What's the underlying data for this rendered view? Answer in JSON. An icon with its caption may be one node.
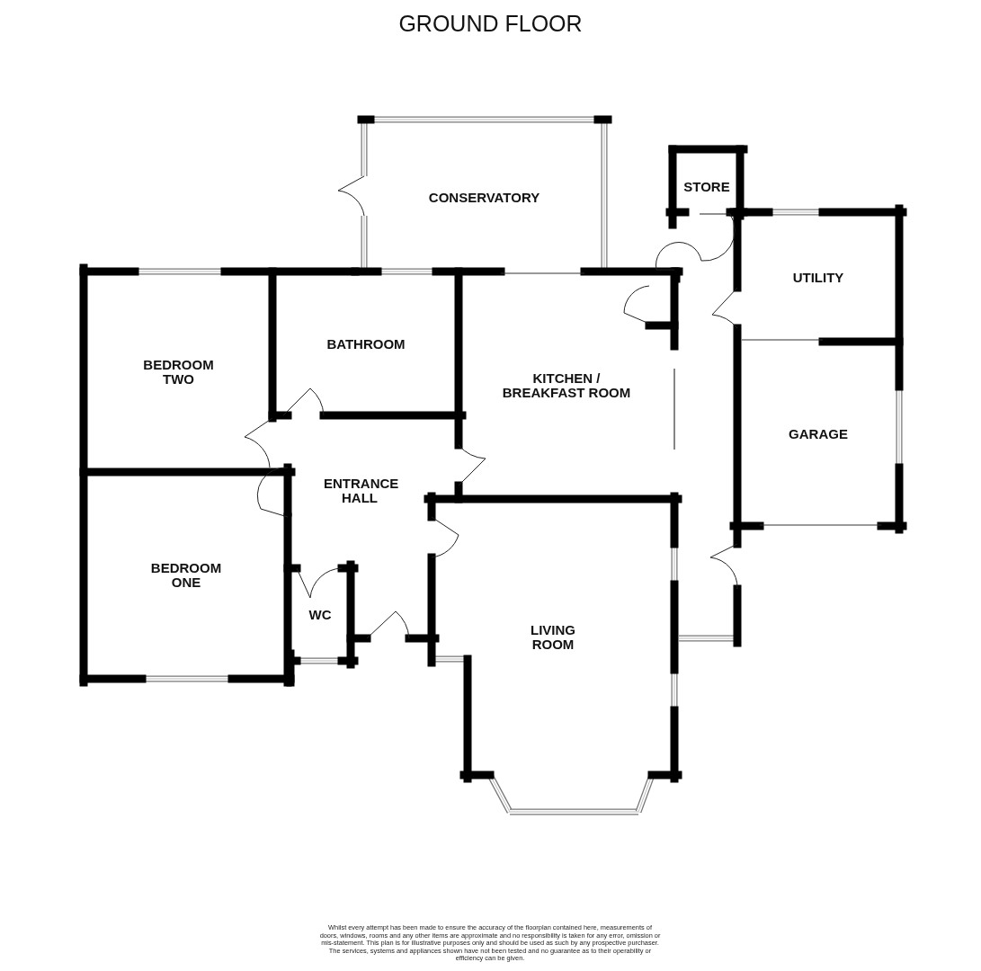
{
  "diagram": {
    "title": "GROUND FLOOR",
    "caption": "Whilst every attempt has been made to ensure the accuracy of the floorplan contained here, measurements of doors, windows, rooms and any other items are approximate and no responsibility is taken for any error, omission or mis-statement. This plan is for illustrative purposes only and should be used as such by any prospective purchaser. The services, systems and appliances shown have not been tested and no guarantee as to their operability or efficiency can be given.",
    "nodes": [
      {
        "text": [
          "CONSERVATORY"
        ]
      },
      {
        "text": [
          "STORE"
        ]
      },
      {
        "text": [
          "UTILITY"
        ]
      },
      {
        "text": [
          "BATHROOM"
        ]
      },
      {
        "text": [
          "BEDROOM TWO"
        ]
      },
      {
        "text": [
          "KITCHEN / BREAKFAST ROOM"
        ]
      },
      {
        "text": [
          "GARAGE"
        ]
      },
      {
        "text": [
          "ENTRANCE HALL"
        ]
      },
      {
        "text": [
          "BEDROOM ONE"
        ]
      },
      {
        "text": [
          "WC"
        ]
      },
      {
        "text": [
          "LIVING ROOM"
        ]
      }
    ],
    "edges": []
  }
}
